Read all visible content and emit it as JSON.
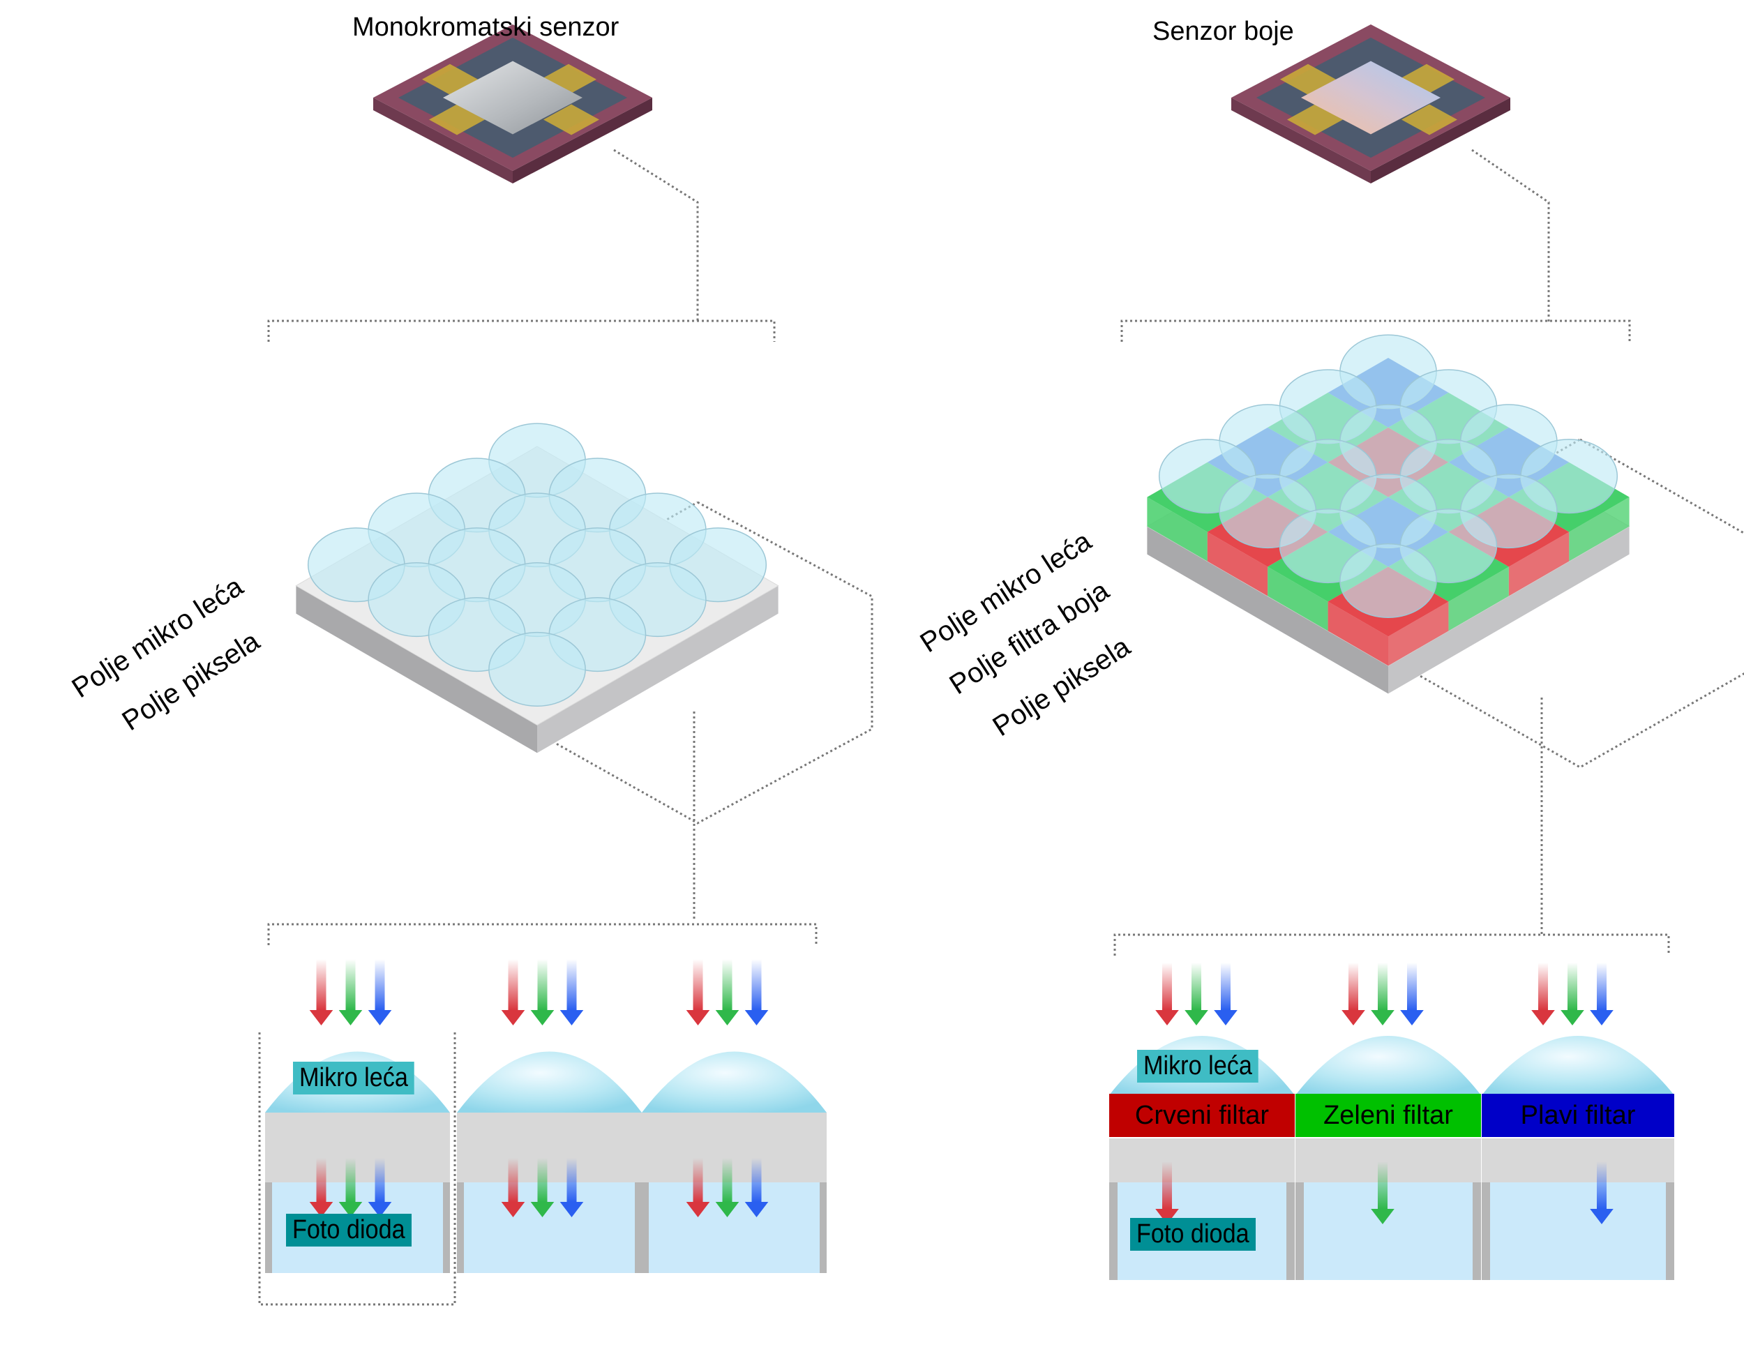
{
  "left_panel": {
    "title": "Monokromatski senzor",
    "layer_labels": [
      "Polje mikro leća",
      "Polje piksela"
    ],
    "cross_section": {
      "microlens_label": "Mikro leća",
      "photodiode_label": "Foto dioda",
      "pixels": [
        {
          "incoming": [
            "red",
            "green",
            "blue"
          ],
          "transmitted": [
            "red",
            "green",
            "blue"
          ]
        },
        {
          "incoming": [
            "red",
            "green",
            "blue"
          ],
          "transmitted": [
            "red",
            "green",
            "blue"
          ]
        },
        {
          "incoming": [
            "red",
            "green",
            "blue"
          ],
          "transmitted": [
            "red",
            "green",
            "blue"
          ]
        }
      ]
    }
  },
  "right_panel": {
    "title": "Senzor boje",
    "layer_labels": [
      "Polje mikro leća",
      "Polje filtra boja",
      "Polje piksela"
    ],
    "bayer_pattern": [
      [
        "blue",
        "green",
        "blue",
        "green"
      ],
      [
        "green",
        "red",
        "green",
        "red"
      ],
      [
        "blue",
        "green",
        "blue",
        "green"
      ],
      [
        "green",
        "red",
        "green",
        "red"
      ]
    ],
    "cross_section": {
      "microlens_label": "Mikro leća",
      "photodiode_label": "Foto dioda",
      "filters": [
        {
          "label": "Crveni filtar",
          "color": "#c00000",
          "transmitted": "red"
        },
        {
          "label": "Zeleni filtar",
          "color": "#00c000",
          "transmitted": "green"
        },
        {
          "label": "Plavi filtar",
          "color": "#0000c8",
          "transmitted": "blue"
        }
      ]
    }
  },
  "colors": {
    "red": "#d9363e",
    "green": "#2fb84a",
    "blue": "#2a5ff0",
    "lens": "#9fdff0",
    "photodiode": "#cbe9fa",
    "substrate": "#d8d8d8",
    "chip_frame": "#8a4a62",
    "bayer_red": "#e5474c",
    "bayer_green": "#45cf6a",
    "bayer_blue": "#4f82e0"
  }
}
